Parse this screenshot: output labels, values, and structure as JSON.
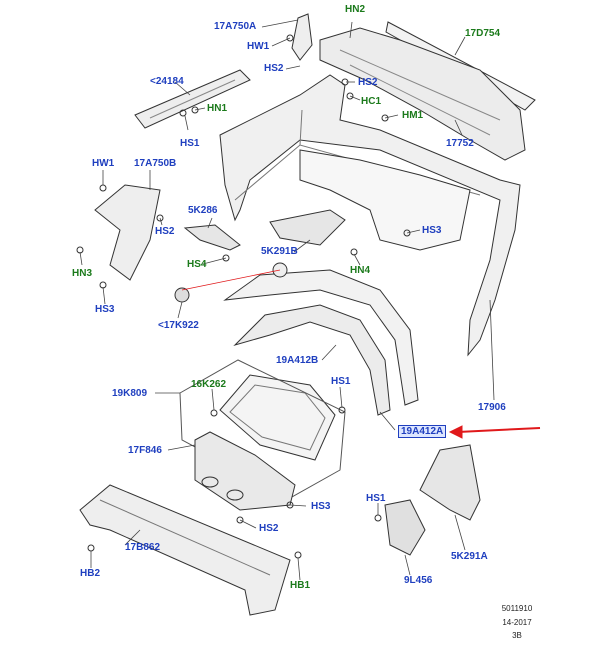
{
  "labels": {
    "l_17A750A": "17A750A",
    "l_HW1_top": "HW1",
    "l_HN2": "HN2",
    "l_HS2_top": "HS2",
    "l_17D754": "17D754",
    "l_24184": "<24184",
    "l_HN1": "HN1",
    "l_HS1_top": "HS1",
    "l_HS2_mid": "HS2",
    "l_HC1": "HC1",
    "l_HM1": "HM1",
    "l_17752": "17752",
    "l_HW1_left": "HW1",
    "l_17A750B": "17A750B",
    "l_5K286": "5K286",
    "l_HS2_left": "HS2",
    "l_HS4": "HS4",
    "l_HN3": "HN3",
    "l_HS3_left": "HS3",
    "l_5K291B": "5K291B",
    "l_HS3_right": "HS3",
    "l_HN4": "HN4",
    "l_17K922": "<17K922",
    "l_19A412B": "19A412B",
    "l_HS1_mid": "HS1",
    "l_17906": "17906",
    "l_19K809": "19K809",
    "l_16K262": "16K262",
    "l_19A412A": "19A412A",
    "l_17F846": "17F846",
    "l_HS3_bottom": "HS3",
    "l_HS2_bottom": "HS2",
    "l_HS1_bottom": "HS1",
    "l_5K291A": "5K291A",
    "l_17B862": "17B862",
    "l_HB2": "HB2",
    "l_HB1": "HB1",
    "l_9L456": "9L456"
  },
  "footer": {
    "line1": "5011910",
    "line2": "14-2017",
    "line3": "3B"
  },
  "colors": {
    "part_label": "#1f3fbf",
    "fastener_label": "#1b7a1b",
    "highlight_arrow": "#e0191b",
    "line_art": "#333333"
  }
}
